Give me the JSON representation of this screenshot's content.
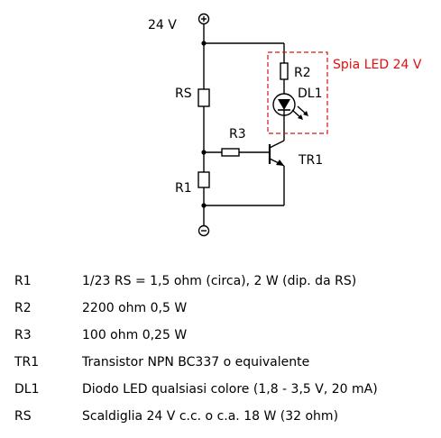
{
  "schematic": {
    "supply_label": "24 V",
    "labels": {
      "rs": "RS",
      "r1": "R1",
      "r2": "R2",
      "r3": "R3",
      "dl1": "DL1",
      "tr1": "TR1"
    },
    "led_box_label": "Spia LED 24 V",
    "colors": {
      "wire": "#000000",
      "box": "#e01010"
    }
  },
  "parts_list": [
    {
      "ref": "R1",
      "desc": "1/23 RS = 1,5 ohm (circa), 2 W (dip. da RS)"
    },
    {
      "ref": "R2",
      "desc": "2200 ohm 0,5 W"
    },
    {
      "ref": "R3",
      "desc": "100 ohm 0,25 W"
    },
    {
      "ref": "TR1",
      "desc": "Transistor NPN BC337 o equivalente"
    },
    {
      "ref": "DL1",
      "desc": "Diodo LED qualsiasi colore (1,8 - 3,5 V, 20 mA)"
    },
    {
      "ref": "RS",
      "desc": "Scaldiglia 24 V c.c. o c.a. 18 W (32 ohm)"
    }
  ]
}
